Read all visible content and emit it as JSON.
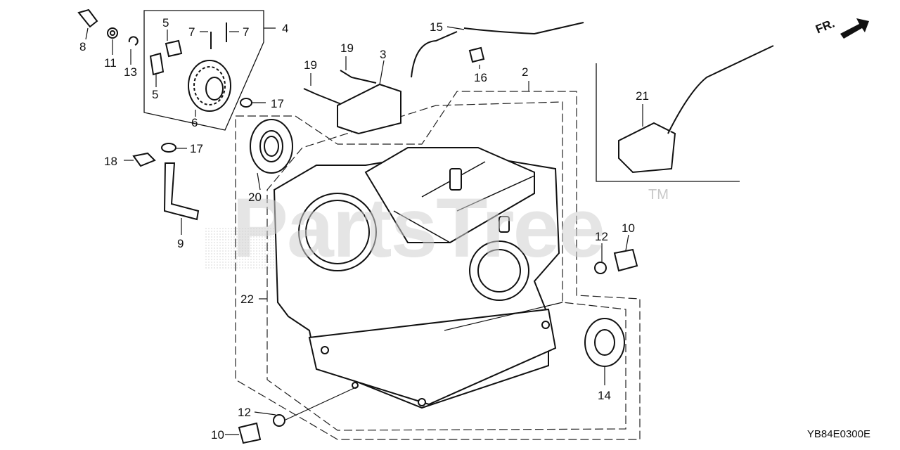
{
  "labels": {
    "l1": "8",
    "l2": "11",
    "l3": "13",
    "l4": "5",
    "l5": "5",
    "l6": "6",
    "l7": "7",
    "l8": "7",
    "l9": "4",
    "l10": "19",
    "l11": "19",
    "l12": "3",
    "l13": "15",
    "l14": "16",
    "l15": "2",
    "l16": "17",
    "l17": "17",
    "l18": "18",
    "l19": "9",
    "l20": "20",
    "l21": "21",
    "l22": "22",
    "l23": "12",
    "l24": "10",
    "l25": "14",
    "l26": "12",
    "l27": "10"
  },
  "diagram_code": "YB84E0300E",
  "watermark": "PartsTree",
  "trademark": "TM",
  "front_indicator": "FR."
}
